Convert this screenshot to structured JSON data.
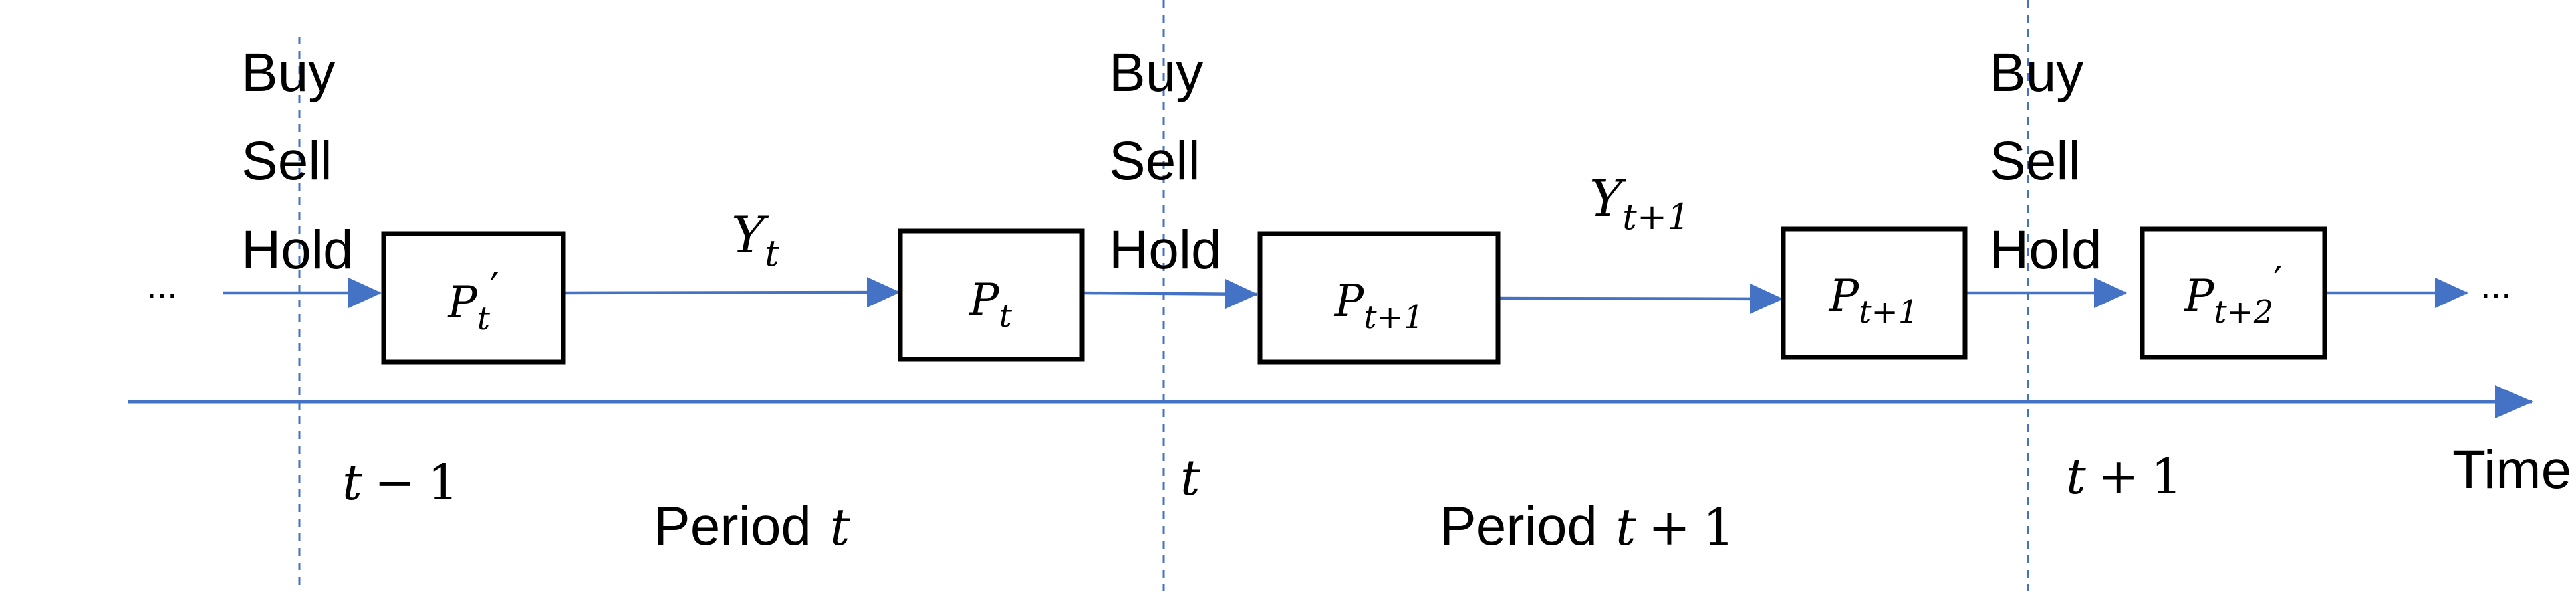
{
  "ellipsis": "...",
  "decision": {
    "buy": "Buy",
    "sell": "Sell",
    "hold": "Hold"
  },
  "boxes": {
    "b1": {
      "base": "P",
      "sub": "t",
      "prime": "′"
    },
    "b2": {
      "base": "P",
      "sub": "t",
      "prime": ""
    },
    "b3": {
      "base": "P",
      "sub": "t+1",
      "prime": ""
    },
    "b4": {
      "base": "P",
      "sub": "t+1",
      "prime": ""
    },
    "b5": {
      "base": "P",
      "sub": "t+2",
      "prime": "′"
    }
  },
  "returns": {
    "y1": {
      "base": "Y",
      "sub": "t"
    },
    "y2": {
      "base": "Y",
      "sub": "t+1"
    }
  },
  "timepoints": {
    "tp1": {
      "var": "t",
      "op": "−",
      "num": "1"
    },
    "tp2": {
      "var": "t",
      "op": "",
      "num": ""
    },
    "tp3": {
      "var": "t",
      "op": "+",
      "num": "1"
    }
  },
  "periods": {
    "p1": {
      "word": "Period",
      "var": "t",
      "op": "",
      "num": ""
    },
    "p2": {
      "word": "Period",
      "var": "t",
      "op": "+",
      "num": "1"
    }
  },
  "axis_label": "Time",
  "colors": {
    "flow": "#4472C4",
    "box_border": "#000000",
    "text": "#000000"
  }
}
